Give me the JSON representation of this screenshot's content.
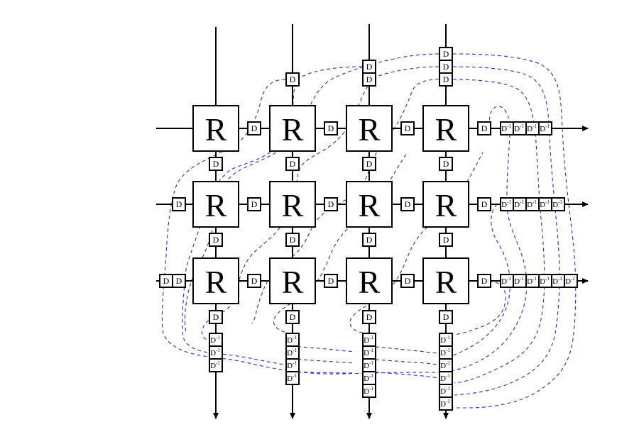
{
  "labels": {
    "router": "R",
    "delay": "D",
    "inverse_delay": "D",
    "inverse_exponent": "-1"
  },
  "grid": {
    "rows": 3,
    "cols": 4
  },
  "top_delays_per_column": [
    0,
    1,
    2,
    3
  ],
  "left_delays_per_row": [
    0,
    1,
    2
  ],
  "east_inverse_delays_per_row": [
    4,
    5,
    6
  ],
  "south_inverse_delays_per_column": [
    3,
    4,
    5,
    6
  ]
}
